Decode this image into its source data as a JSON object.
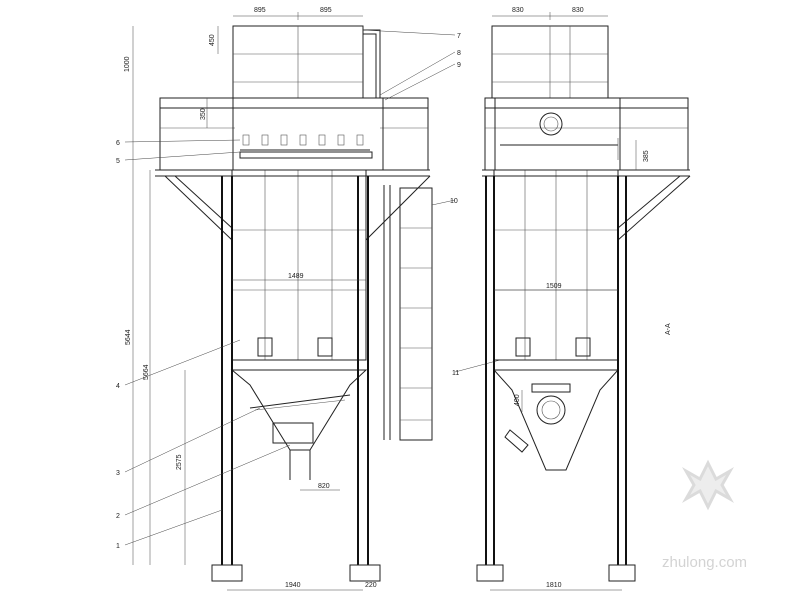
{
  "drawing": {
    "front_view": {
      "dims": {
        "top_width_left": "895",
        "top_width_right": "895",
        "top_height": "450",
        "cap_height": "1000",
        "header_gap": "350",
        "overall_height_a": "5644",
        "overall_height_b": "5664",
        "hopper_height": "2575",
        "body_width": "1489",
        "outlet_width": "820",
        "base_width": "1940",
        "base_offset": "220"
      },
      "callouts": [
        "1",
        "2",
        "3",
        "4",
        "5",
        "6",
        "7",
        "8",
        "9",
        "10",
        "11"
      ]
    },
    "side_view": {
      "dims": {
        "top_width_left": "830",
        "top_width_right": "830",
        "nozzle_height": "385",
        "body_width": "1509",
        "inlet_height": "400",
        "base_width": "1810"
      },
      "side_note": "A-A"
    },
    "watermark": "zhulong.com"
  }
}
